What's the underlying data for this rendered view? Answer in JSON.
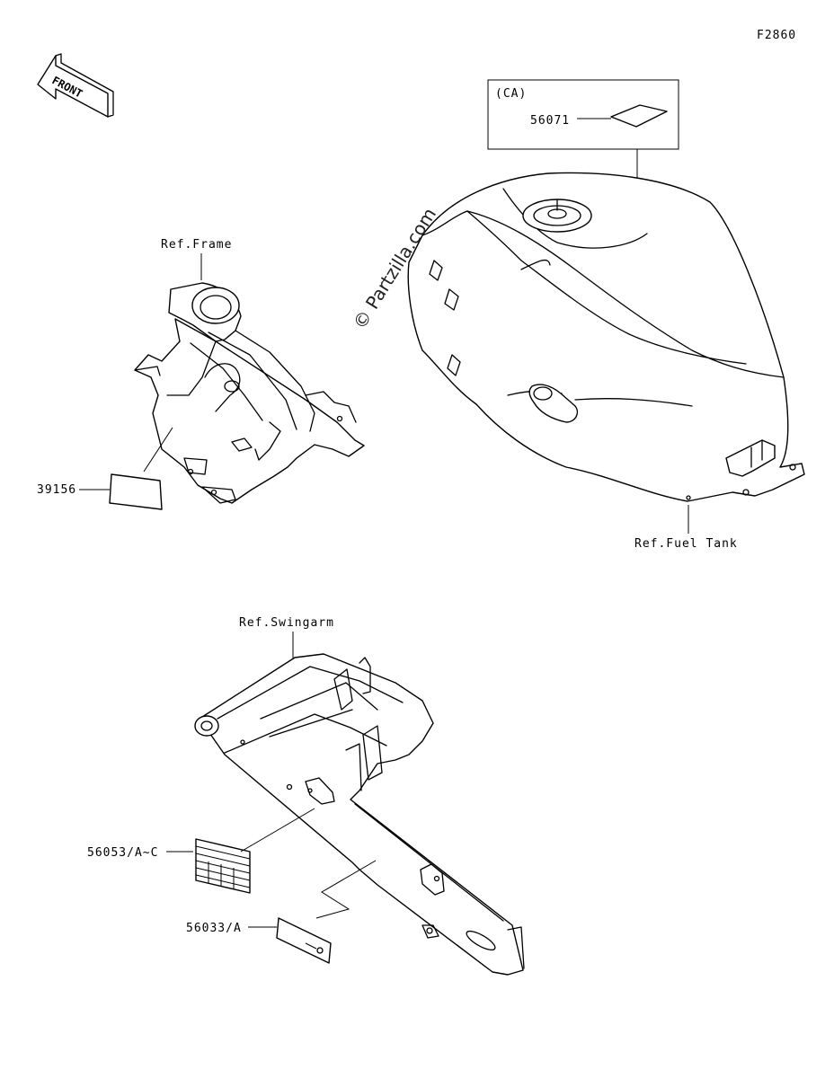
{
  "figure_code": "F2860",
  "front_arrow": {
    "label": "FRONT",
    "icon": "front-direction-arrow-icon"
  },
  "watermark": "© Partzilla.com",
  "variant_box": {
    "tag": "(CA)",
    "part_number": "56071"
  },
  "references": {
    "frame": "Ref.Frame",
    "fuel_tank": "Ref.Fuel Tank",
    "swingarm": "Ref.Swingarm"
  },
  "part_numbers": {
    "frame_label": "39156",
    "swingarm_label_a": "56053/A~C",
    "swingarm_label_b": "56033/A"
  },
  "colors": {
    "line": "#000000",
    "background": "#ffffff"
  }
}
